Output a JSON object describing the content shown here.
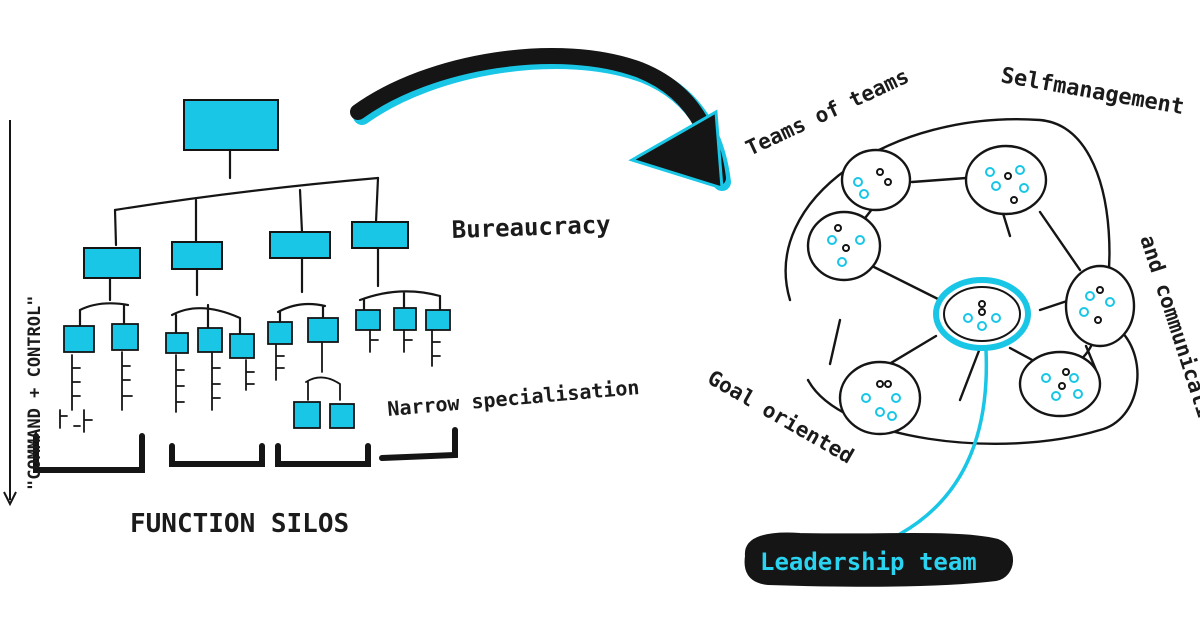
{
  "labels": {
    "left_vertical": "\"COMMAND + CONTROL\"",
    "bureaucracy": "Bureaucracy",
    "narrow_specialisation": "Narrow specialisation",
    "function_silos": "FUNCTION SILOS",
    "teams_of_teams": "Teams of teams",
    "self_management": "Selfmanagement",
    "and_communication": "and communication",
    "goal_oriented": "Goal oriented",
    "leadership_team": "Leadership team"
  },
  "colors": {
    "accent": "#19c6e6",
    "ink": "#151515",
    "paper": "#ffffff",
    "leader_text": "#2ad3f0"
  }
}
